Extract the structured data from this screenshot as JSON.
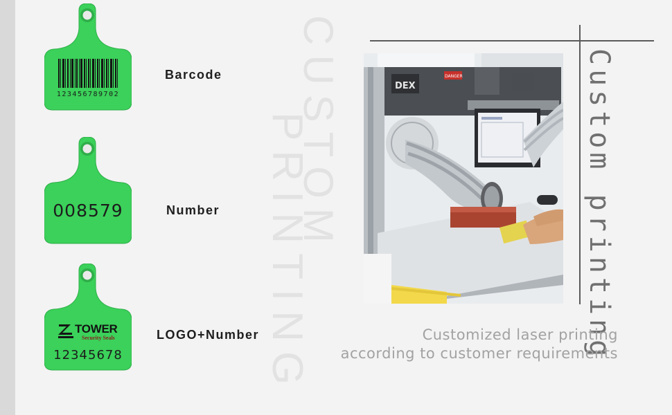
{
  "background": {
    "watermark_words": [
      "CUSTOM",
      "PRINTING"
    ]
  },
  "tags": [
    {
      "label": "Barcode",
      "barcode_digits": "123456789702"
    },
    {
      "label": "Number",
      "number": "008579"
    },
    {
      "label": "LOGO+Number",
      "logo_name": "TOWER",
      "logo_subtitle": "Security Seals",
      "number": "12345678"
    }
  ],
  "photo": {
    "machine_brand": "DEX",
    "warning_label": "DANGER"
  },
  "heading": "Custom printing",
  "caption": {
    "line1": "Customized laser printing",
    "line2": "according to customer requirements"
  },
  "colors": {
    "tag_green": "#3bd15a",
    "tag_outline": "#2fae49",
    "accent_grey": "#707070"
  }
}
